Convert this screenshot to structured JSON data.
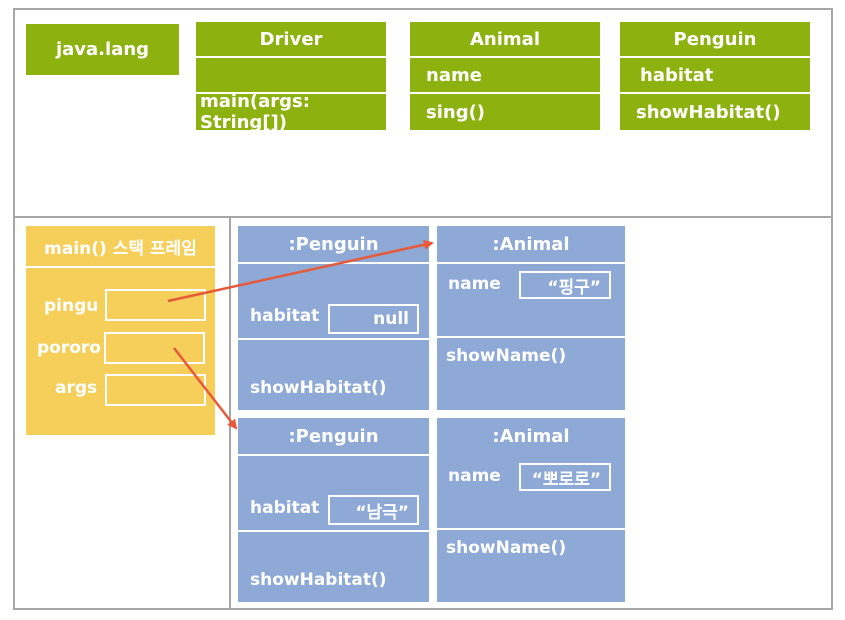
{
  "method_area": {
    "package_label": "java.lang",
    "classes": [
      {
        "name": "Driver",
        "field": "",
        "method": "main(args: String[])"
      },
      {
        "name": "Animal",
        "field": "name",
        "method": "sing()"
      },
      {
        "name": "Penguin",
        "field": "habitat",
        "method": "showHabitat()"
      }
    ]
  },
  "stack": {
    "title": "main() 스택 프레임",
    "variables": [
      "pingu",
      "pororo",
      "args"
    ]
  },
  "heap": {
    "objects": [
      {
        "penguin_title": ":Penguin",
        "habitat_label": "habitat",
        "habitat_value": "null",
        "penguin_method": "showHabitat()",
        "animal_title": ":Animal",
        "name_label": "name",
        "name_value": "“핑구”",
        "animal_method": "showName()"
      },
      {
        "penguin_title": ":Penguin",
        "habitat_label": "habitat",
        "habitat_value": "“남극”",
        "penguin_method": "showHabitat()",
        "animal_title": ":Animal",
        "name_label": "name",
        "name_value": "“뽀로로”",
        "animal_method": "showName()"
      }
    ]
  },
  "colors": {
    "class_box": "#8db10f",
    "stack_frame": "#f5cf5a",
    "heap_object": "#8ea9d6",
    "arrow": "#e8593a",
    "border": "#a6a6a6"
  }
}
